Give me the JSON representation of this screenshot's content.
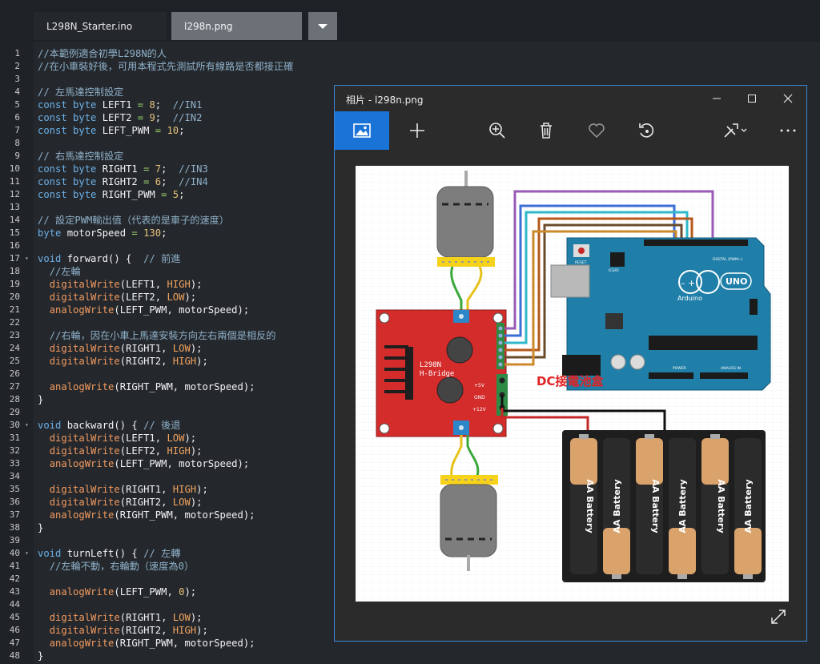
{
  "editor": {
    "tabs": [
      {
        "label": "L298N_Starter.ino"
      },
      {
        "label": "l298n.png"
      }
    ],
    "lines": [
      {
        "n": "1",
        "seg": [
          [
            "c",
            "//本範例適合初學L298N的人"
          ]
        ]
      },
      {
        "n": "2",
        "seg": [
          [
            "c",
            "//在小車裝好後，可用本程式先測試所有線路是否都接正確"
          ]
        ]
      },
      {
        "n": "3",
        "seg": []
      },
      {
        "n": "4",
        "seg": [
          [
            "c",
            "// 左馬達控制設定"
          ]
        ]
      },
      {
        "n": "5",
        "seg": [
          [
            "k",
            "const byte "
          ],
          [
            "p",
            "LEFT1 "
          ],
          [
            "o",
            "= "
          ],
          [
            "n",
            "8"
          ],
          [
            "p",
            ";  "
          ],
          [
            "c",
            "//IN1"
          ]
        ]
      },
      {
        "n": "6",
        "seg": [
          [
            "k",
            "const byte "
          ],
          [
            "p",
            "LEFT2 "
          ],
          [
            "o",
            "= "
          ],
          [
            "n",
            "9"
          ],
          [
            "p",
            ";  "
          ],
          [
            "c",
            "//IN2"
          ]
        ]
      },
      {
        "n": "7",
        "seg": [
          [
            "k",
            "const byte "
          ],
          [
            "p",
            "LEFT_PWM "
          ],
          [
            "o",
            "= "
          ],
          [
            "n",
            "10"
          ],
          [
            "p",
            ";"
          ]
        ]
      },
      {
        "n": "8",
        "seg": []
      },
      {
        "n": "9",
        "seg": [
          [
            "c",
            "// 右馬達控制設定"
          ]
        ]
      },
      {
        "n": "10",
        "seg": [
          [
            "k",
            "const byte "
          ],
          [
            "p",
            "RIGHT1 "
          ],
          [
            "o",
            "= "
          ],
          [
            "n",
            "7"
          ],
          [
            "p",
            ";  "
          ],
          [
            "c",
            "//IN3"
          ]
        ]
      },
      {
        "n": "11",
        "seg": [
          [
            "k",
            "const byte "
          ],
          [
            "p",
            "RIGHT2 "
          ],
          [
            "o",
            "= "
          ],
          [
            "n",
            "6"
          ],
          [
            "p",
            ";  "
          ],
          [
            "c",
            "//IN4"
          ]
        ]
      },
      {
        "n": "12",
        "seg": [
          [
            "k",
            "const byte "
          ],
          [
            "p",
            "RIGHT_PWM "
          ],
          [
            "o",
            "= "
          ],
          [
            "n",
            "5"
          ],
          [
            "p",
            ";"
          ]
        ]
      },
      {
        "n": "13",
        "seg": []
      },
      {
        "n": "14",
        "seg": [
          [
            "c",
            "// 設定PWM輸出值（代表的是車子的速度）"
          ]
        ]
      },
      {
        "n": "15",
        "seg": [
          [
            "k",
            "byte "
          ],
          [
            "p",
            "motorSpeed "
          ],
          [
            "o",
            "= "
          ],
          [
            "n",
            "130"
          ],
          [
            "p",
            ";"
          ]
        ]
      },
      {
        "n": "16",
        "seg": []
      },
      {
        "n": "17",
        "fold": true,
        "seg": [
          [
            "k",
            "void "
          ],
          [
            "p",
            "forward() {  "
          ],
          [
            "c",
            "// 前進"
          ]
        ]
      },
      {
        "n": "18",
        "seg": [
          [
            "p",
            "  "
          ],
          [
            "c",
            "//左輪"
          ]
        ]
      },
      {
        "n": "19",
        "seg": [
          [
            "p",
            "  "
          ],
          [
            "f",
            "digitalWrite"
          ],
          [
            "p",
            "(LEFT1, "
          ],
          [
            "h",
            "HIGH"
          ],
          [
            "p",
            ");"
          ]
        ]
      },
      {
        "n": "20",
        "seg": [
          [
            "p",
            "  "
          ],
          [
            "f",
            "digitalWrite"
          ],
          [
            "p",
            "(LEFT2, "
          ],
          [
            "h",
            "LOW"
          ],
          [
            "p",
            ");"
          ]
        ]
      },
      {
        "n": "21",
        "seg": [
          [
            "p",
            "  "
          ],
          [
            "f",
            "analogWrite"
          ],
          [
            "p",
            "(LEFT_PWM, motorSpeed);"
          ]
        ]
      },
      {
        "n": "22",
        "seg": []
      },
      {
        "n": "23",
        "seg": [
          [
            "p",
            "  "
          ],
          [
            "c",
            "//右輪，因在小車上馬達安裝方向左右兩個是相反的"
          ]
        ]
      },
      {
        "n": "24",
        "seg": [
          [
            "p",
            "  "
          ],
          [
            "f",
            "digitalWrite"
          ],
          [
            "p",
            "(RIGHT1, "
          ],
          [
            "h",
            "LOW"
          ],
          [
            "p",
            ");"
          ]
        ]
      },
      {
        "n": "25",
        "seg": [
          [
            "p",
            "  "
          ],
          [
            "f",
            "digitalWrite"
          ],
          [
            "p",
            "(RIGHT2, "
          ],
          [
            "h",
            "HIGH"
          ],
          [
            "p",
            ");"
          ]
        ]
      },
      {
        "n": "26",
        "seg": []
      },
      {
        "n": "27",
        "seg": [
          [
            "p",
            "  "
          ],
          [
            "f",
            "analogWrite"
          ],
          [
            "p",
            "(RIGHT_PWM, motorSpeed);"
          ]
        ]
      },
      {
        "n": "28",
        "seg": [
          [
            "p",
            "}"
          ]
        ]
      },
      {
        "n": "29",
        "seg": []
      },
      {
        "n": "30",
        "fold": true,
        "seg": [
          [
            "k",
            "void "
          ],
          [
            "p",
            "backward() { "
          ],
          [
            "c",
            "// 後退"
          ]
        ]
      },
      {
        "n": "31",
        "seg": [
          [
            "p",
            "  "
          ],
          [
            "f",
            "digitalWrite"
          ],
          [
            "p",
            "(LEFT1, "
          ],
          [
            "h",
            "LOW"
          ],
          [
            "p",
            ");"
          ]
        ]
      },
      {
        "n": "32",
        "seg": [
          [
            "p",
            "  "
          ],
          [
            "f",
            "digitalWrite"
          ],
          [
            "p",
            "(LEFT2, "
          ],
          [
            "h",
            "HIGH"
          ],
          [
            "p",
            ");"
          ]
        ]
      },
      {
        "n": "33",
        "seg": [
          [
            "p",
            "  "
          ],
          [
            "f",
            "analogWrite"
          ],
          [
            "p",
            "(LEFT_PWM, motorSpeed);"
          ]
        ]
      },
      {
        "n": "34",
        "seg": []
      },
      {
        "n": "35",
        "seg": [
          [
            "p",
            "  "
          ],
          [
            "f",
            "digitalWrite"
          ],
          [
            "p",
            "(RIGHT1, "
          ],
          [
            "h",
            "HIGH"
          ],
          [
            "p",
            ");"
          ]
        ]
      },
      {
        "n": "36",
        "seg": [
          [
            "p",
            "  "
          ],
          [
            "f",
            "digitalWrite"
          ],
          [
            "p",
            "(RIGHT2, "
          ],
          [
            "h",
            "LOW"
          ],
          [
            "p",
            ");"
          ]
        ]
      },
      {
        "n": "37",
        "seg": [
          [
            "p",
            "  "
          ],
          [
            "f",
            "analogWrite"
          ],
          [
            "p",
            "(RIGHT_PWM, motorSpeed);"
          ]
        ]
      },
      {
        "n": "38",
        "seg": [
          [
            "p",
            "}"
          ]
        ]
      },
      {
        "n": "39",
        "seg": []
      },
      {
        "n": "40",
        "fold": true,
        "seg": [
          [
            "k",
            "void "
          ],
          [
            "p",
            "turnLeft() { "
          ],
          [
            "c",
            "// 左轉"
          ]
        ]
      },
      {
        "n": "41",
        "seg": [
          [
            "p",
            "  "
          ],
          [
            "c",
            "//左輪不動，右輪動（速度為0）"
          ]
        ]
      },
      {
        "n": "42",
        "seg": []
      },
      {
        "n": "43",
        "seg": [
          [
            "p",
            "  "
          ],
          [
            "f",
            "analogWrite"
          ],
          [
            "p",
            "(LEFT_PWM, "
          ],
          [
            "n",
            "0"
          ],
          [
            "p",
            ");"
          ]
        ]
      },
      {
        "n": "44",
        "seg": []
      },
      {
        "n": "45",
        "seg": [
          [
            "p",
            "  "
          ],
          [
            "f",
            "digitalWrite"
          ],
          [
            "p",
            "(RIGHT1, "
          ],
          [
            "h",
            "LOW"
          ],
          [
            "p",
            ");"
          ]
        ]
      },
      {
        "n": "46",
        "seg": [
          [
            "p",
            "  "
          ],
          [
            "f",
            "digitalWrite"
          ],
          [
            "p",
            "(RIGHT2, "
          ],
          [
            "h",
            "HIGH"
          ],
          [
            "p",
            ");"
          ]
        ]
      },
      {
        "n": "47",
        "seg": [
          [
            "p",
            "  "
          ],
          [
            "f",
            "analogWrite"
          ],
          [
            "p",
            "(RIGHT_PWM, motorSpeed);"
          ]
        ]
      },
      {
        "n": "48",
        "seg": [
          [
            "p",
            "}"
          ]
        ]
      }
    ]
  },
  "photos": {
    "title": "相片 - l298n.png",
    "toolbar": [
      "image-icon",
      "add-icon",
      "zoom-icon",
      "delete-icon",
      "favorite-icon",
      "rotate-icon",
      "edit-icon",
      "more-icon"
    ],
    "diagram": {
      "board_label": "L298N",
      "board_sublabel": "H-Bridge",
      "arduino_brand": "Arduino",
      "arduino_model": "UNO",
      "annotation": "DC接電池盒",
      "battery_label": "AA Battery",
      "pin_5v": "+5V",
      "pin_gnd": "GND",
      "pin_12v": "+12V",
      "reset_label": "RESET",
      "icsp_label": "ICSP2",
      "digital_label": "DIGITAL (PWM~)",
      "power_label": "POWER",
      "analog_label": "ANALOG IN"
    }
  },
  "colors": {
    "accent": "#1a73d6",
    "board_red": "#d42b2b",
    "arduino_teal": "#1f7fa8"
  }
}
